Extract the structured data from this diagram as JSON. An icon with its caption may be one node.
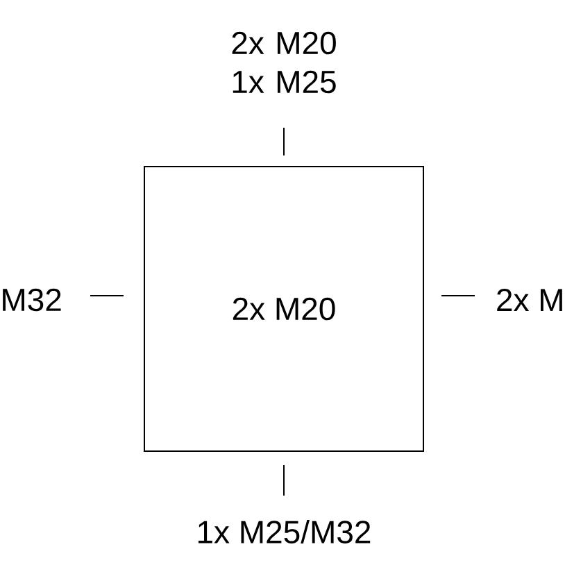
{
  "diagram": {
    "nodes": [
      {
        "text": [
          "2x M20"
        ]
      }
    ],
    "labels": [
      "2x M20 1x M25",
      "M32",
      "2x M",
      "1x M25/M32"
    ]
  }
}
